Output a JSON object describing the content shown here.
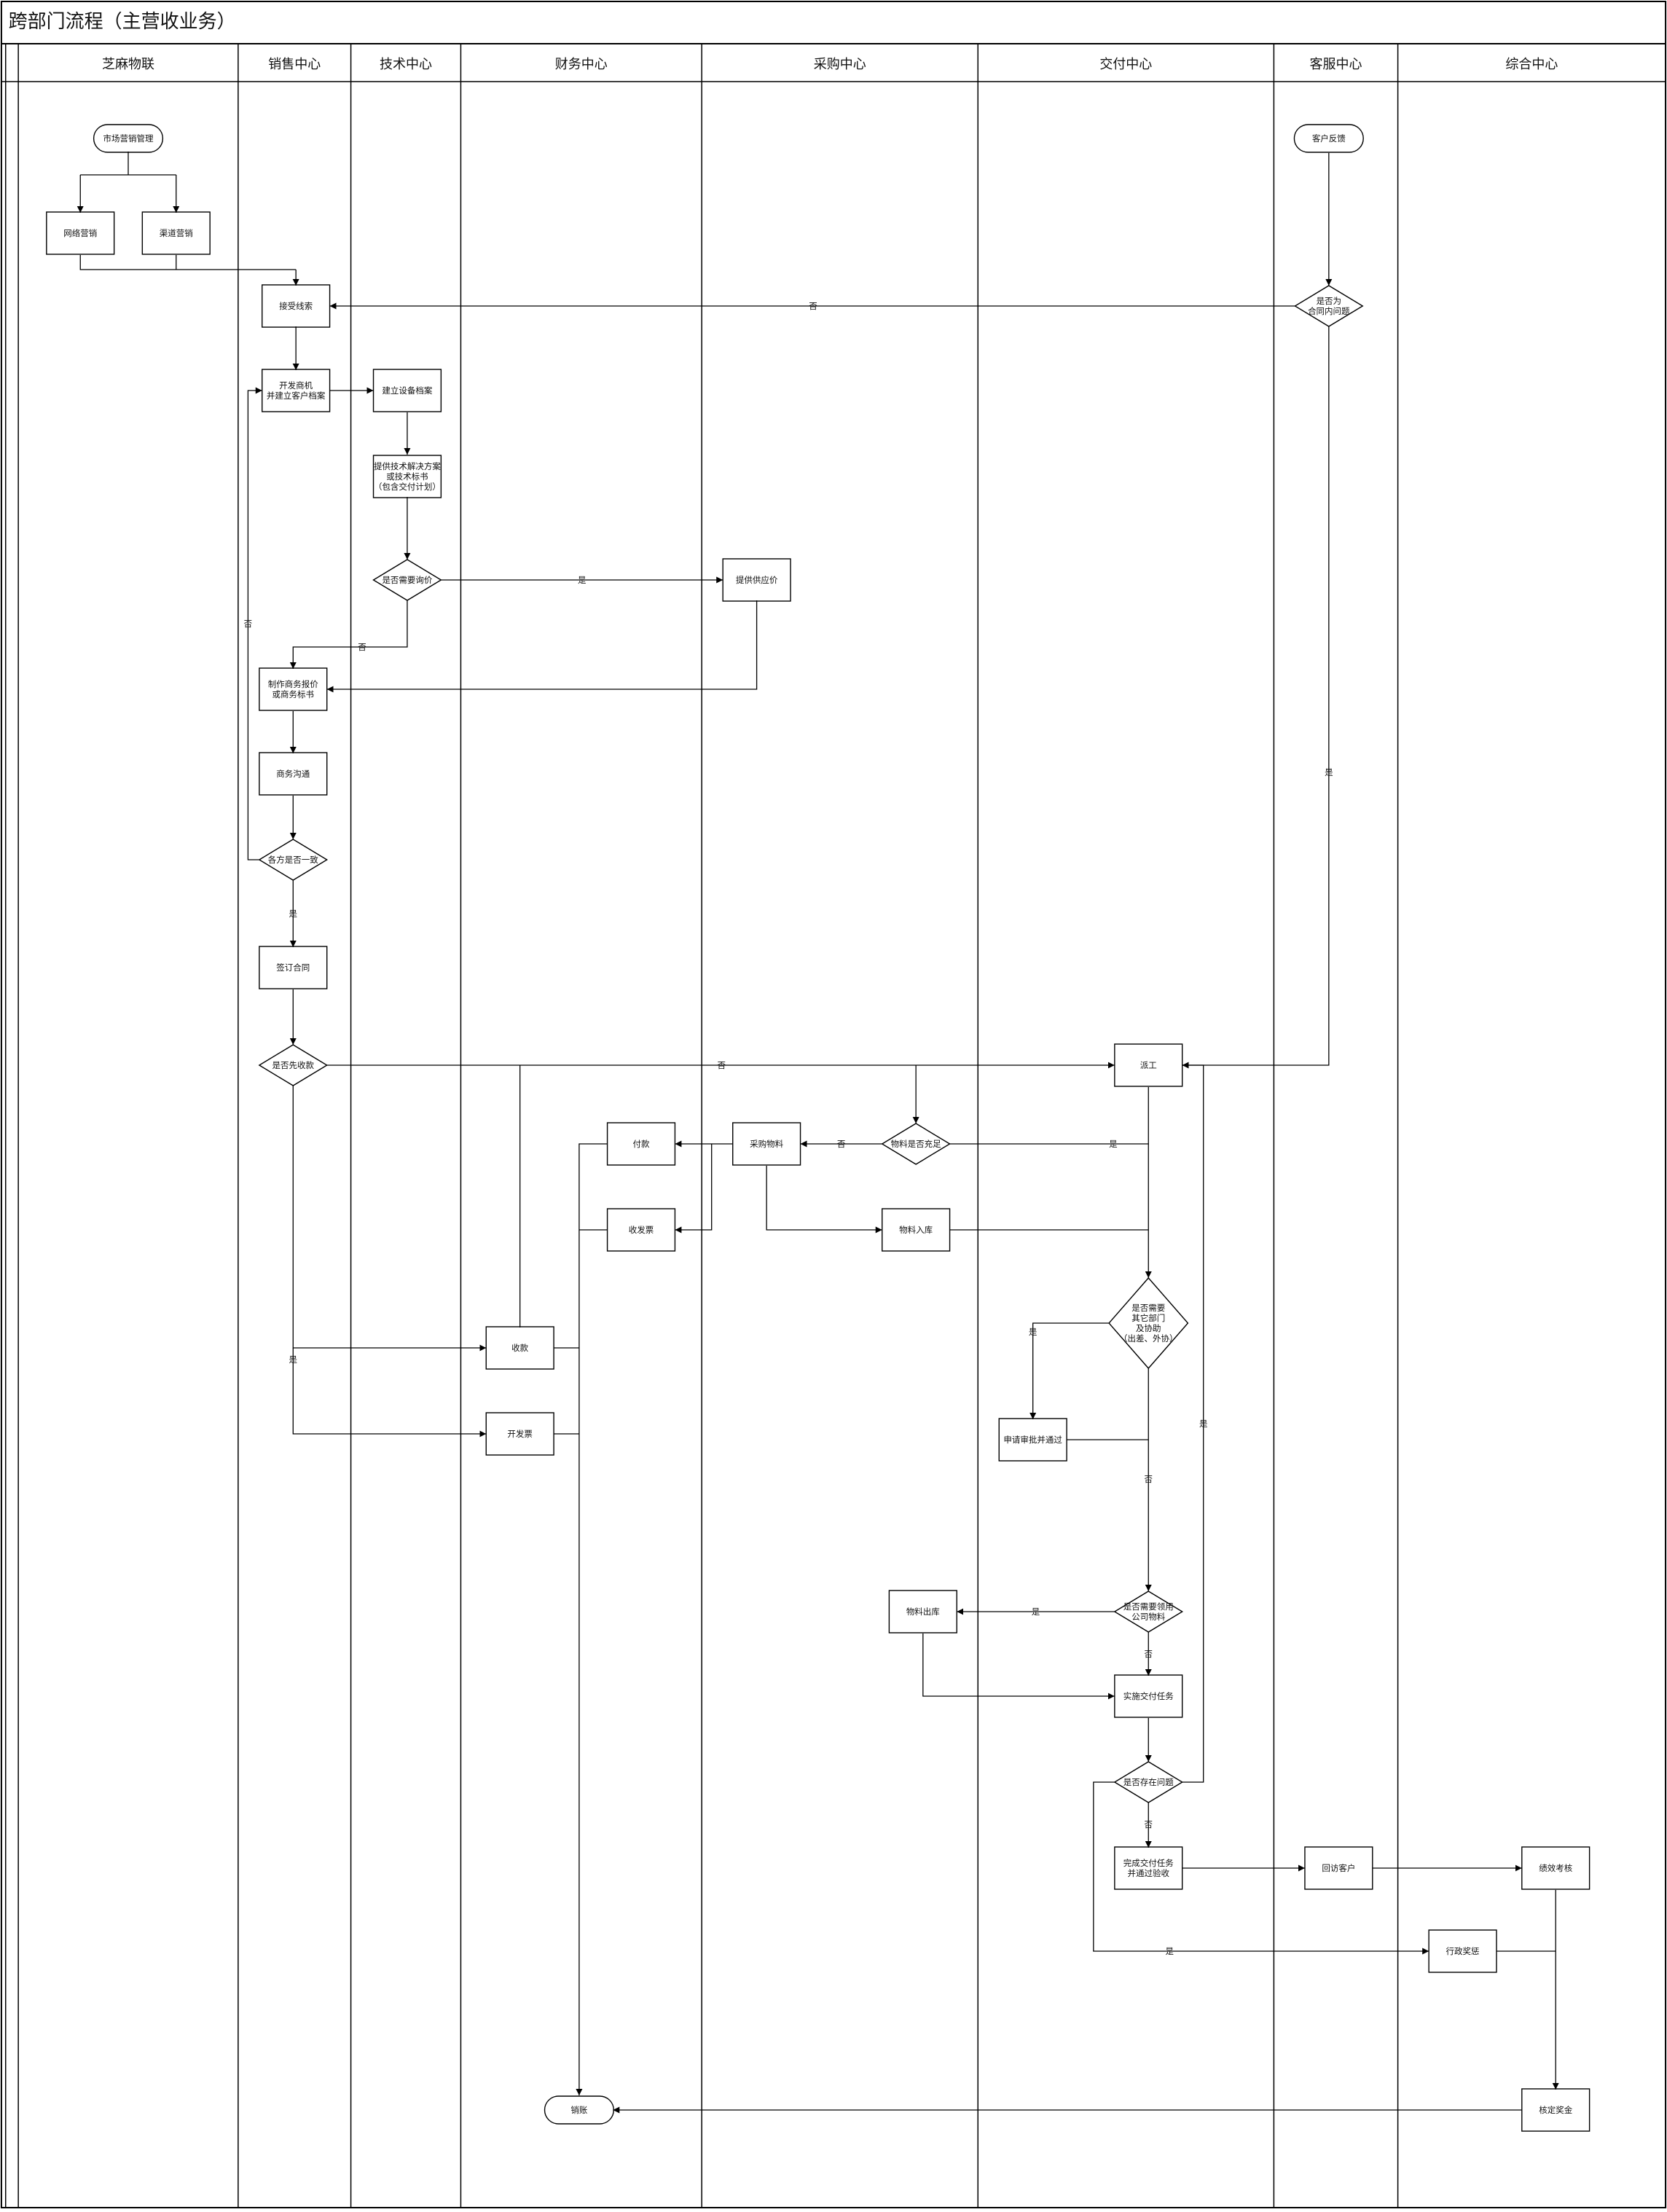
{
  "title": "跨部门流程（主营收业务）",
  "lanes": [
    "芝麻物联",
    "销售中心",
    "技术中心",
    "财务中心",
    "采购中心",
    "交付中心",
    "客服中心",
    "综合中心"
  ],
  "nodes": {
    "n_mkt": "市场营销管理",
    "n_net": "网络营销",
    "n_chan": "渠道营销",
    "n_lead": "接受线索",
    "n_oppo": [
      "开发商机",
      "并建立客户档案"
    ],
    "n_equip": "建立设备档案",
    "n_tech": [
      "提供技术解决方案",
      "或技术标书",
      "（包含交付计划）"
    ],
    "n_inq": "是否需要询价",
    "n_supp": "提供供应价",
    "n_quote": [
      "制作商务报价",
      "或商务标书"
    ],
    "n_comm": "商务沟通",
    "n_agree": "各方是否一致",
    "n_sign": "签订合同",
    "n_prepay": "是否先收款",
    "n_cust": "客户反馈",
    "n_isctr": [
      "是否为",
      "合同内问题"
    ],
    "n_disp": "派工",
    "n_matok": "物料是否充足",
    "n_buy": "采购物料",
    "n_pay": "付款",
    "n_rinv": "收发票",
    "n_stin": "物料入库",
    "n_other": [
      "是否需要",
      "其它部门",
      "及协助",
      "（出差、外协）"
    ],
    "n_apply": "申请审批并通过",
    "n_recv": "收款",
    "n_inv": "开发票",
    "n_needmat": [
      "是否需要领用",
      "公司物料"
    ],
    "n_stout": "物料出库",
    "n_exec": "实施交付任务",
    "n_issue": "是否存在问题",
    "n_done": [
      "完成交付任务",
      "并通过验收"
    ],
    "n_visit": "回访客户",
    "n_perf": "绩效考核",
    "n_admin": "行政奖惩",
    "n_bonus": "核定奖金",
    "n_end": "销账"
  },
  "labels": {
    "yes": "是",
    "no": "否"
  }
}
